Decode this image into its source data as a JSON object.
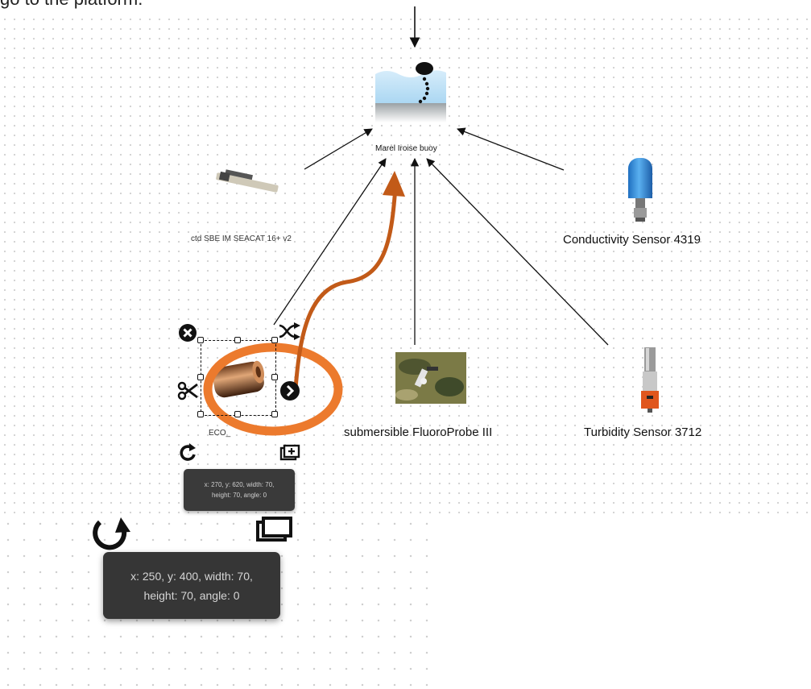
{
  "caption": "go to the platform.",
  "platform": {
    "label": "Marel Iroise buoy"
  },
  "instruments": {
    "ctd": "ctd SBE IM SEACAT 16+ v2",
    "conductivity": "Conductivity Sensor 4319",
    "selected": "ECO_",
    "fluoroprobe": "submersible FluoroProbe III",
    "turbidity": "Turbidity Sensor 3712"
  },
  "tooltip_small": {
    "line1": "x: 270, y: 620, width: 70,",
    "line2": "height: 70, angle: 0"
  },
  "tooltip_big": {
    "line1": "x: 250, y: 400, width: 70,",
    "line2": "height: 70, angle: 0"
  },
  "colors": {
    "annotation": "#ec7a2d",
    "arrow_orange": "#c25a18",
    "tooltip_bg": "#363636"
  },
  "icons": [
    "remove-icon",
    "link-icon",
    "cut-icon",
    "connect-icon",
    "rotate-icon",
    "clone-icon"
  ]
}
